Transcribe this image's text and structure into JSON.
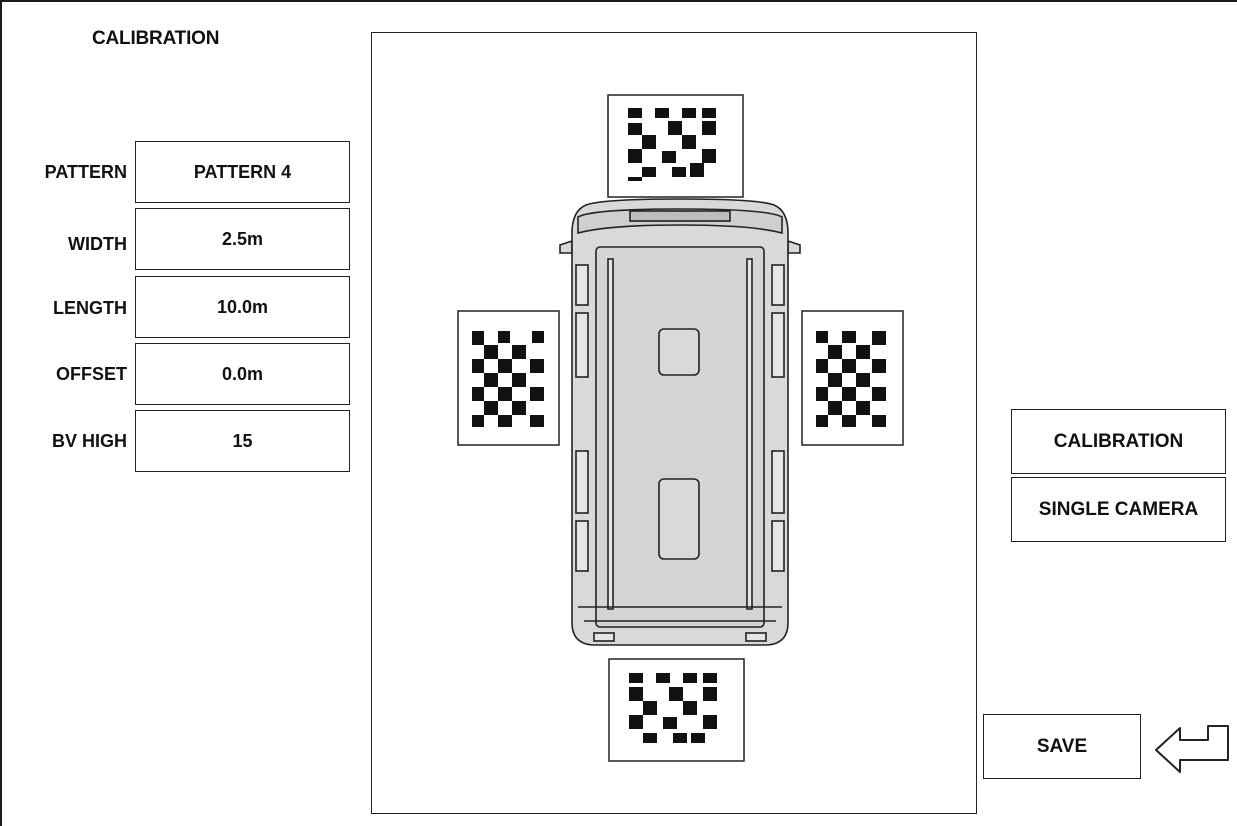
{
  "header": {
    "title": "CALIBRATION"
  },
  "params": [
    {
      "label": "PATTERN",
      "value": "PATTERN 4"
    },
    {
      "label": "WIDTH",
      "value": "2.5m"
    },
    {
      "label": "LENGTH",
      "value": "10.0m"
    },
    {
      "label": "OFFSET",
      "value": "0.0m"
    },
    {
      "label": "BV HIGH",
      "value": "15"
    }
  ],
  "actions": {
    "calibration_label": "CALIBRATION",
    "single_camera_label": "SINGLE CAMERA",
    "save_label": "SAVE"
  },
  "icons": {
    "enter": "return-arrow-icon",
    "vehicle": "vehicle-top-view-icon",
    "target": "checkerboard-target-icon"
  },
  "colors": {
    "line": "#222222",
    "vehicle_fill": "#d9d9d9",
    "background": "#ffffff"
  }
}
